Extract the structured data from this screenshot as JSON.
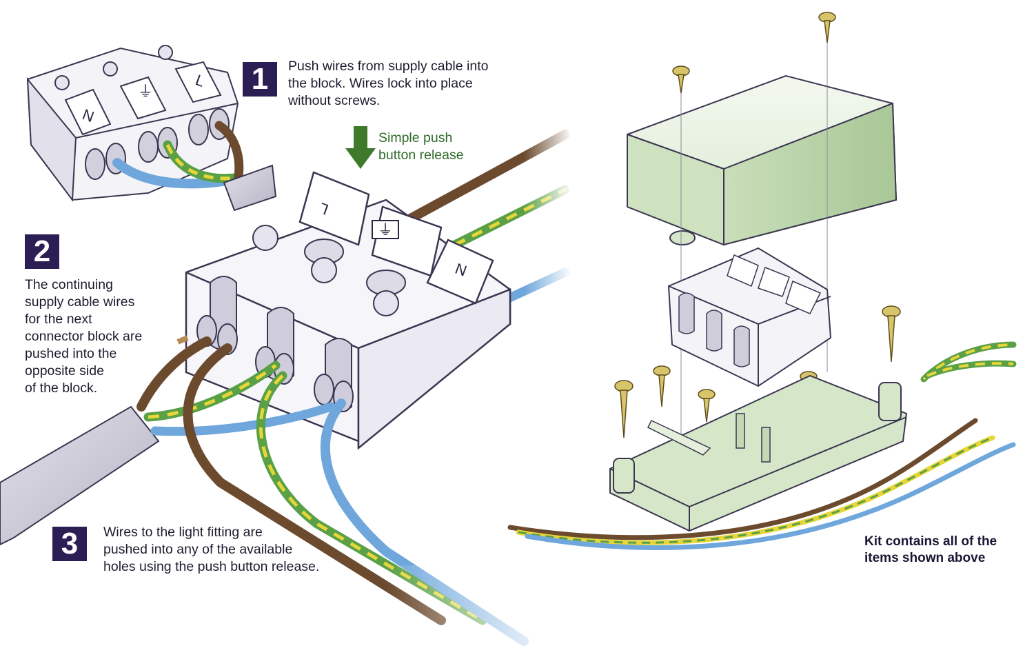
{
  "steps": [
    {
      "badge": "1",
      "lines": [
        "Push wires from supply cable into",
        "the block. Wires lock into place",
        "without screws."
      ]
    },
    {
      "badge": "2",
      "lines": [
        "The continuing",
        "supply cable wires",
        "for the next",
        "connector block are",
        "pushed into the",
        "opposite side",
        "of the block."
      ]
    },
    {
      "badge": "3",
      "lines": [
        "Wires to the light fitting are",
        "pushed into any of the available",
        "holes using the push button release."
      ]
    }
  ],
  "callout": {
    "lines": [
      "Simple push",
      "button release"
    ]
  },
  "kit_note": {
    "lines": [
      "Kit contains all of the",
      "items shown above"
    ]
  },
  "terminal_labels": {
    "live": "L",
    "earth": "⏚",
    "neutral": "N"
  },
  "colors": {
    "brown": "#6b4a2e",
    "blue": "#6fa7dc",
    "green": "#5aa046",
    "yellow": "#e7d63a",
    "badge": "#2a1e55",
    "enclosure": "#d5e6c9",
    "cable_sheath": "#c9c7d2"
  }
}
